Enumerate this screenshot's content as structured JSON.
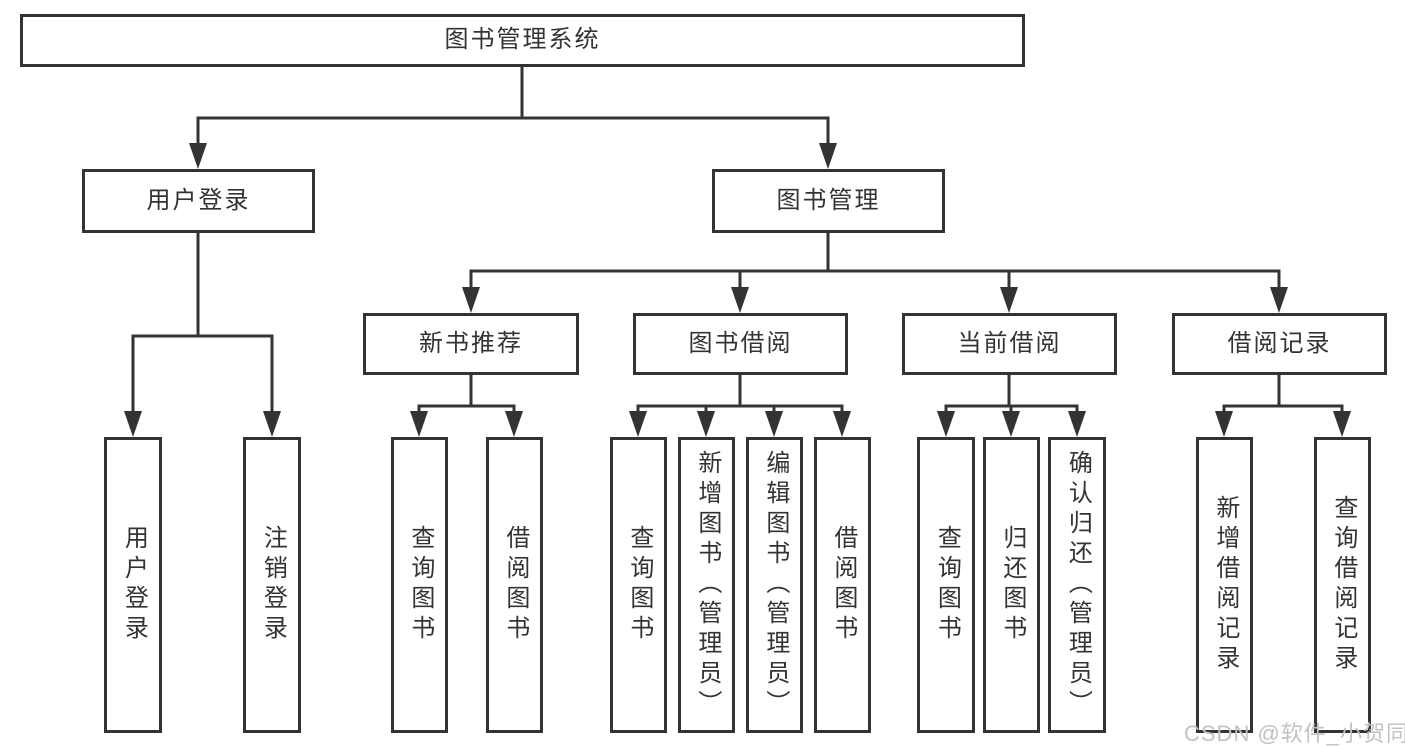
{
  "tree": {
    "root": "图书管理系统",
    "branches": [
      {
        "label": "用户登录",
        "children": [
          "用户登录",
          "注销登录"
        ]
      },
      {
        "label": "图书管理",
        "children": [
          {
            "label": "新书推荐",
            "children": [
              "查询图书",
              "借阅图书"
            ]
          },
          {
            "label": "图书借阅",
            "children": [
              "查询图书",
              "新增图书（管理员）",
              "编辑图书（管理员）",
              "借阅图书"
            ]
          },
          {
            "label": "当前借阅",
            "children": [
              "查询图书",
              "归还图书",
              "确认归还（管理员）"
            ]
          },
          {
            "label": "借阅记录",
            "children": [
              "新增借阅记录",
              "查询借阅记录"
            ]
          }
        ]
      }
    ]
  },
  "watermark": "CSDN @软件_小贺同学",
  "colors": {
    "line": "#333333",
    "box_border": "#333333",
    "box_fill": "#ffffff",
    "text": "#333333",
    "watermark": "#c2c2c2",
    "background": "#ffffff"
  }
}
